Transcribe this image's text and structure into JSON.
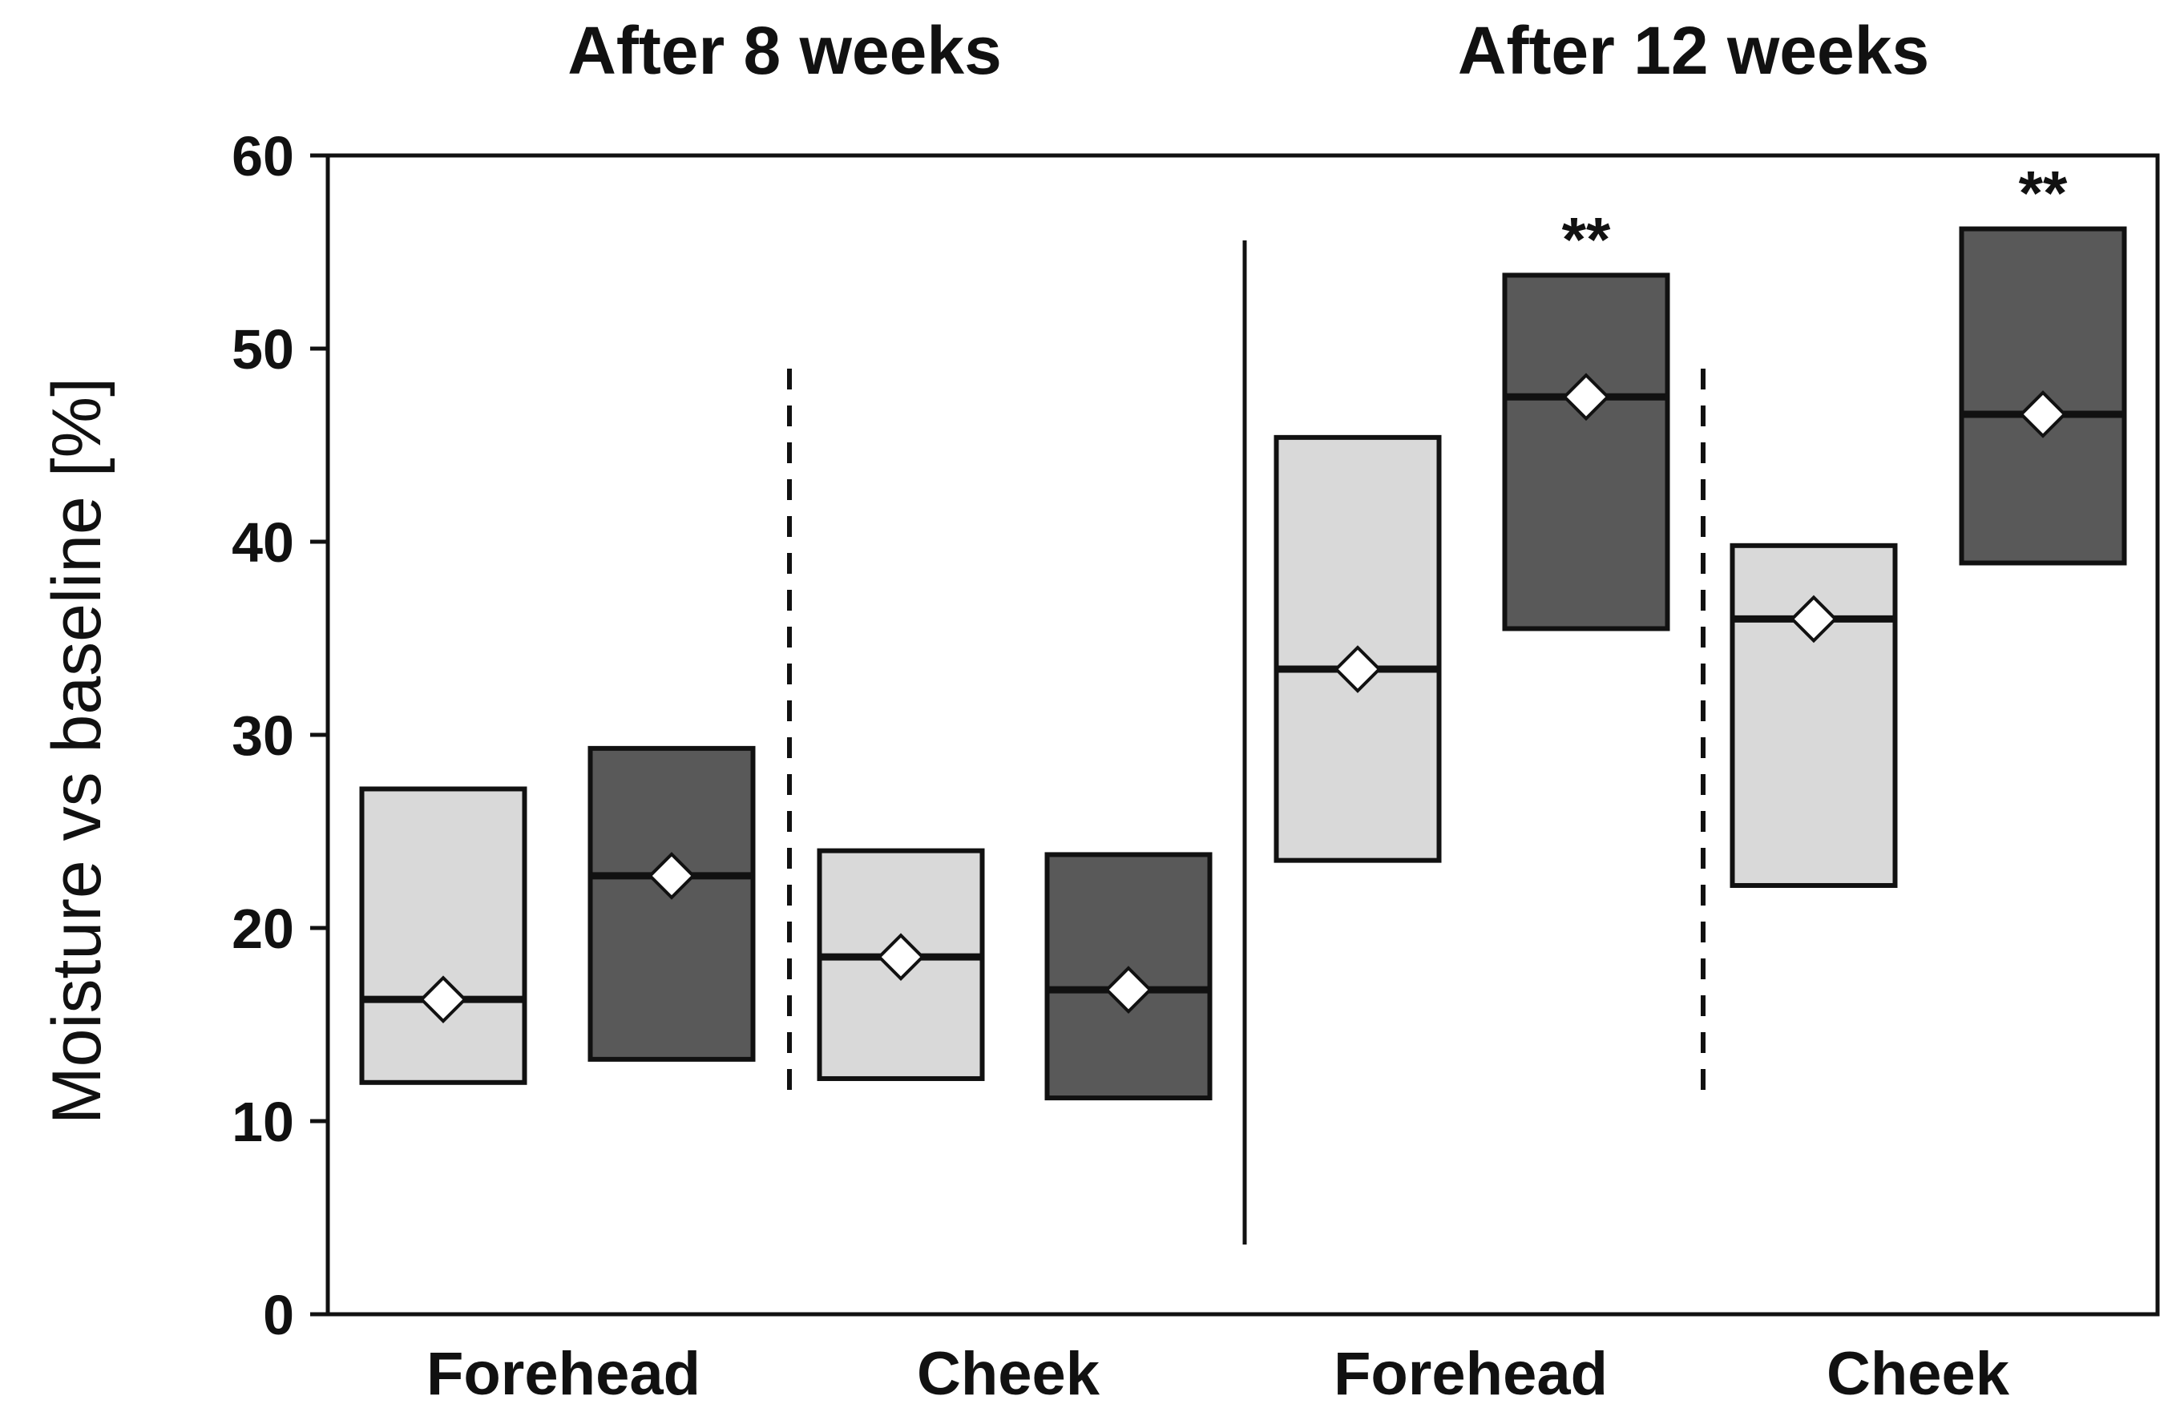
{
  "chart_data": {
    "type": "box",
    "panels": [
      {
        "title": "After 8 weeks",
        "groups": [
          {
            "category": "Forehead",
            "boxes": [
              {
                "fill": "#d9d9d9",
                "low": 12,
                "high": 27.2,
                "median": 16.3,
                "mean": 16.3,
                "annotation": ""
              },
              {
                "fill": "#595959",
                "low": 13.2,
                "high": 29.3,
                "median": 22.7,
                "mean": 22.7,
                "annotation": ""
              }
            ]
          },
          {
            "category": "Cheek",
            "boxes": [
              {
                "fill": "#d9d9d9",
                "low": 12.2,
                "high": 24,
                "median": 18.5,
                "mean": 18.5,
                "annotation": ""
              },
              {
                "fill": "#595959",
                "low": 11.2,
                "high": 23.8,
                "median": 16.8,
                "mean": 16.8,
                "annotation": ""
              }
            ]
          }
        ]
      },
      {
        "title": "After 12 weeks",
        "groups": [
          {
            "category": "Forehead",
            "boxes": [
              {
                "fill": "#d9d9d9",
                "low": 23.5,
                "high": 45.4,
                "median": 33.4,
                "mean": 33.4,
                "annotation": ""
              },
              {
                "fill": "#595959",
                "low": 35.5,
                "high": 53.8,
                "median": 47.5,
                "mean": 47.5,
                "annotation": "**"
              }
            ]
          },
          {
            "category": "Cheek",
            "boxes": [
              {
                "fill": "#d9d9d9",
                "low": 22.2,
                "high": 39.8,
                "median": 36,
                "mean": 36,
                "annotation": ""
              },
              {
                "fill": "#595959",
                "low": 38.9,
                "high": 56.2,
                "median": 46.6,
                "mean": 46.6,
                "annotation": "**"
              }
            ]
          }
        ]
      }
    ],
    "ylabel": "Moisture vs baseline  [%]",
    "ylim": [
      0,
      60
    ],
    "yticks": [
      0,
      10,
      20,
      30,
      40,
      50,
      60
    ],
    "grid": false
  }
}
